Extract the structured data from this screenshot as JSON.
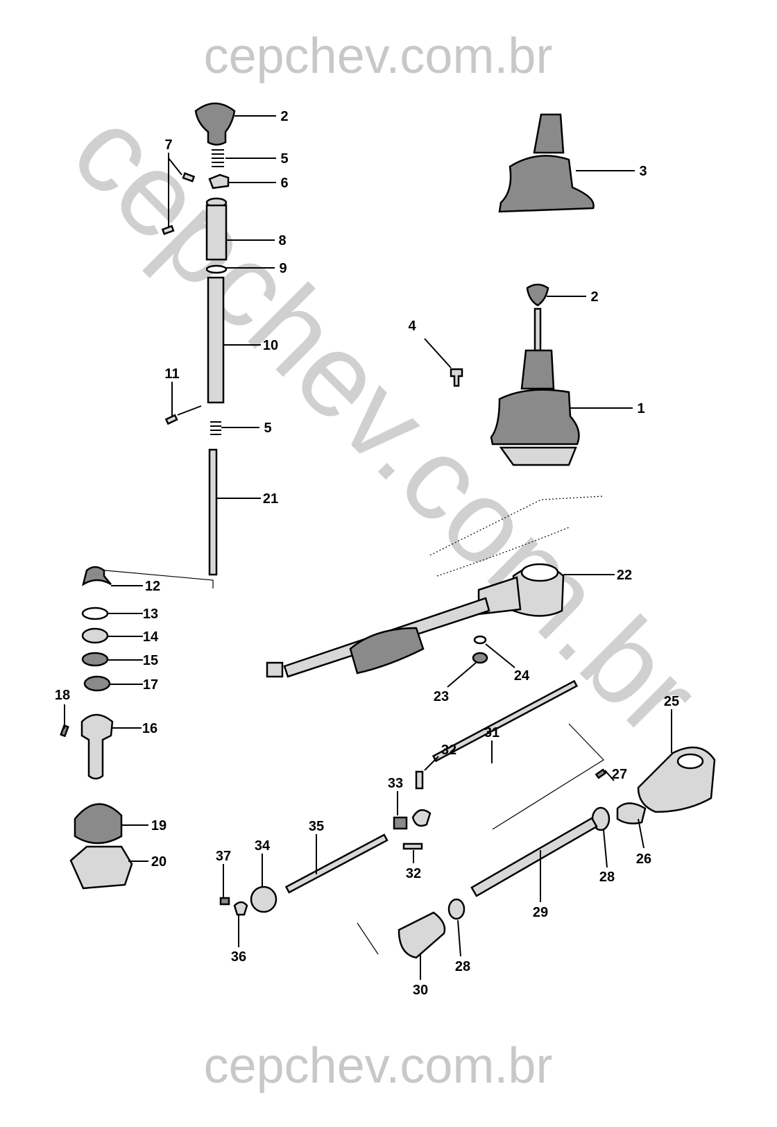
{
  "watermark": {
    "top": "cepchev.com.br",
    "diagonal": "cepchev.com.br",
    "bottom": "cepchev.com.br"
  },
  "callouts": [
    "2",
    "5",
    "6",
    "7",
    "8",
    "9",
    "10",
    "11",
    "5",
    "21",
    "12",
    "13",
    "14",
    "15",
    "17",
    "18",
    "16",
    "19",
    "20",
    "3",
    "2",
    "4",
    "1",
    "22",
    "24",
    "23",
    "25",
    "31",
    "32",
    "27",
    "33",
    "35",
    "34",
    "37",
    "26",
    "32",
    "28",
    "29",
    "36",
    "28",
    "30"
  ]
}
